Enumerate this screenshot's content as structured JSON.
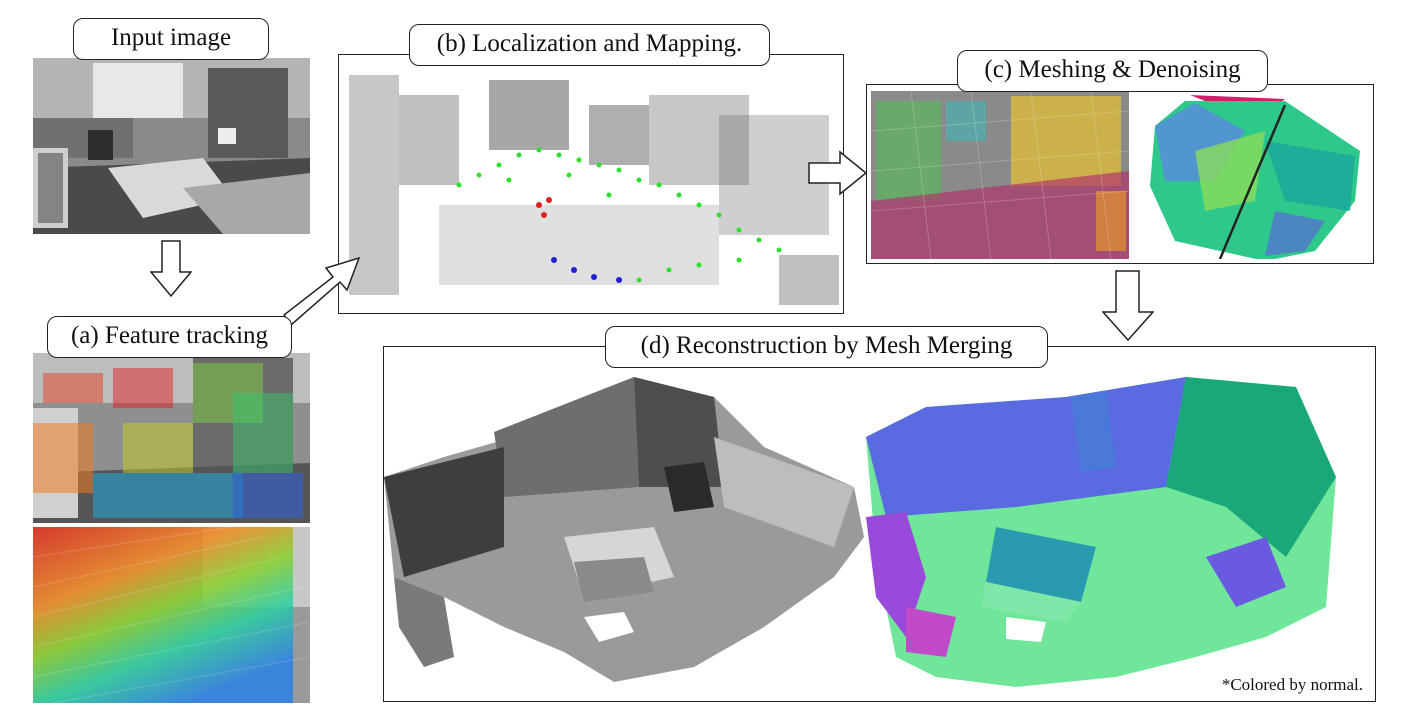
{
  "labels": {
    "input": "Input image",
    "feature_tracking": "(a) Feature tracking",
    "localization": "(b) Localization and Mapping.",
    "meshing": "(c) Meshing & Denoising",
    "reconstruction": "(d) Reconstruction by Mesh Merging"
  },
  "note": "*Colored by normal."
}
